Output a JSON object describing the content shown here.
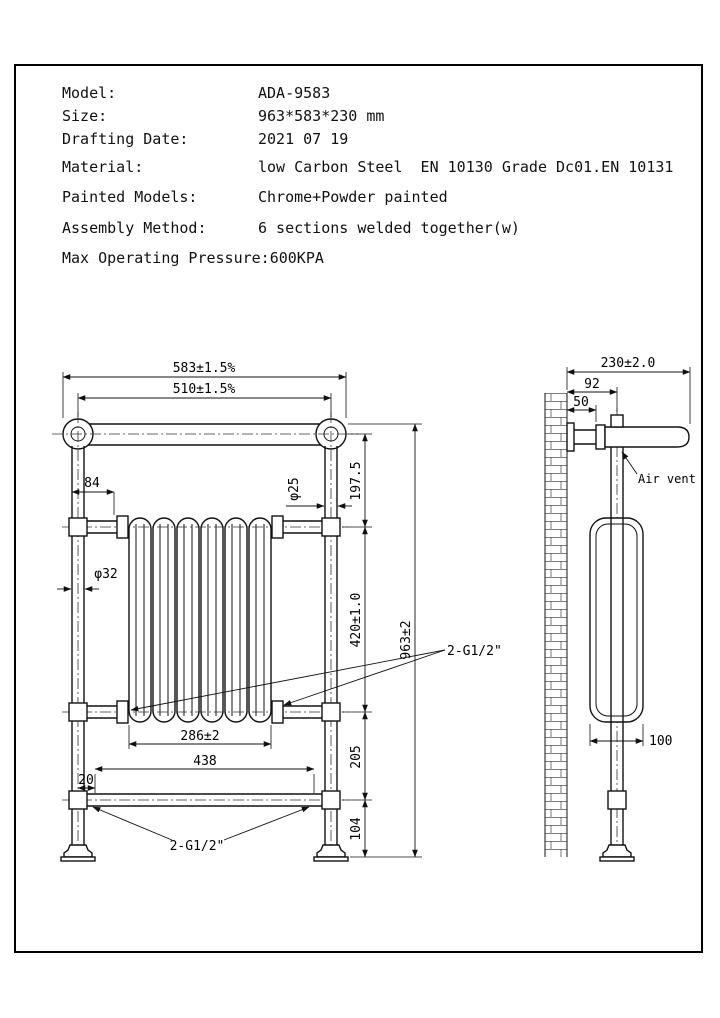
{
  "specs": {
    "rows": [
      {
        "label": "Model:",
        "value": "ADA-9583"
      },
      {
        "label": "Size:",
        "value": "963*583*230 mm"
      },
      {
        "label": "Drafting Date:",
        "value": "2021 07 19"
      },
      {
        "label": "Material:",
        "value": "low Carbon Steel  EN 10130 Grade Dc01.EN 10131"
      },
      {
        "label": "Painted Models:",
        "value": "Chrome+Powder painted"
      },
      {
        "label": "Assembly Method:",
        "value": "6 sections welded together(w)"
      },
      {
        "label": "Max Operating Pressure:",
        "value": "600KPA"
      }
    ]
  },
  "front_view": {
    "dims": {
      "width_outer": "583±1.5%",
      "width_inner": "510±1.5%",
      "left_offset": "84",
      "tube_dia": "φ25",
      "leg_dia": "φ32",
      "h_top": "197.5",
      "h_radiator": "420±1.0",
      "h_lower": "205",
      "h_foot": "104",
      "height_total": "963±2",
      "radiator_width": "286±2",
      "bar_width": "438",
      "bar_offset": "20",
      "conn_right": "2-G1/2\"",
      "conn_bottom": "2-G1/2\""
    }
  },
  "side_view": {
    "dims": {
      "depth": "230±2.0",
      "wall_to_center": "92",
      "wall_to_bracket": "50",
      "air_vent": "Air vent",
      "column_depth": "100"
    }
  }
}
